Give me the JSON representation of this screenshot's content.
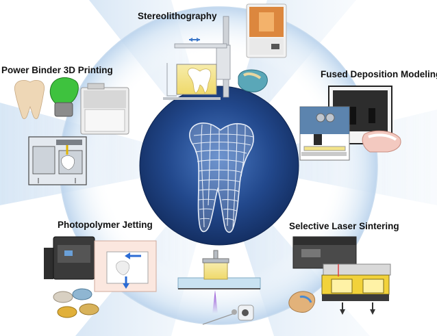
{
  "labels": {
    "stereolithography": "Stereolithography",
    "power_binder": "Power Binder 3D Printing",
    "fused_deposition": "Fused Deposition Modeling",
    "photopolymer_jetting": "Photopolymer Jetting",
    "selective_laser": "Selective Laser Sintering"
  },
  "colors": {
    "center_dark": "#1a3c7a",
    "center_light": "#3c6bb5",
    "ray_blue": "#cfe1f3",
    "tooth_mesh": "#e8eef8",
    "resin_yellow": "#f2e38a",
    "printer_dark": "#3a3a3a",
    "green_crown": "#3ec23e",
    "wax_pink": "#f3c9c0"
  }
}
